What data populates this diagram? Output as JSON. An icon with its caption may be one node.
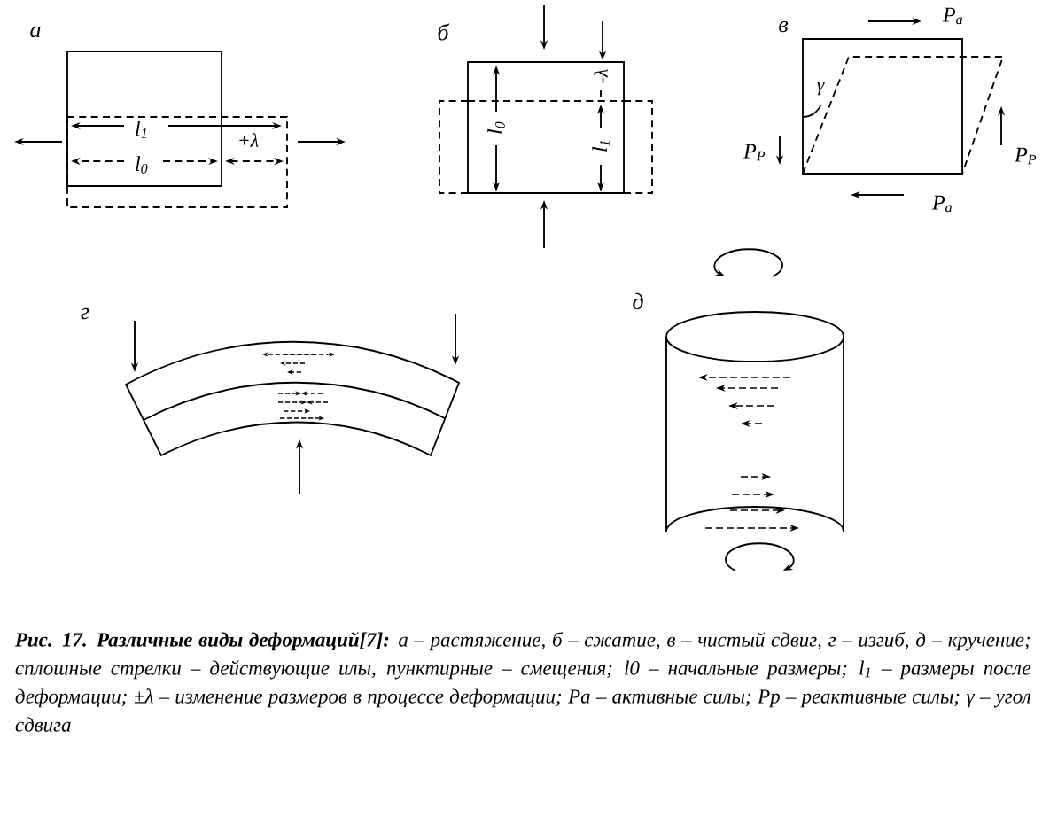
{
  "diagram": {
    "caption": "**Рис. 17. Различные виды деформаций[7]:** а – растяжение, б – сжатие, в – чистый сдвиг, г – изгиб, д – кручение; сплошные стрелки – действующие илы, пунктирные – смещения; l0 – начальные размеры; l$_{1}$ – размеры после деформации; ±λ – изменение размеров в процессе деформации; Pa – активные силы; Pp – реактивные силы; γ – угол сдвига",
    "labels": [
      "а",
      "l$_{1}$",
      "+λ",
      "l$_{0}$",
      "б",
      "l$_{0}$",
      "-λ",
      "l$_{1}$",
      "в",
      "P$_{a}$",
      "γ",
      "P$_{P}$",
      "P$_{P}$",
      "P$_{a}$",
      "г",
      "д"
    ]
  }
}
